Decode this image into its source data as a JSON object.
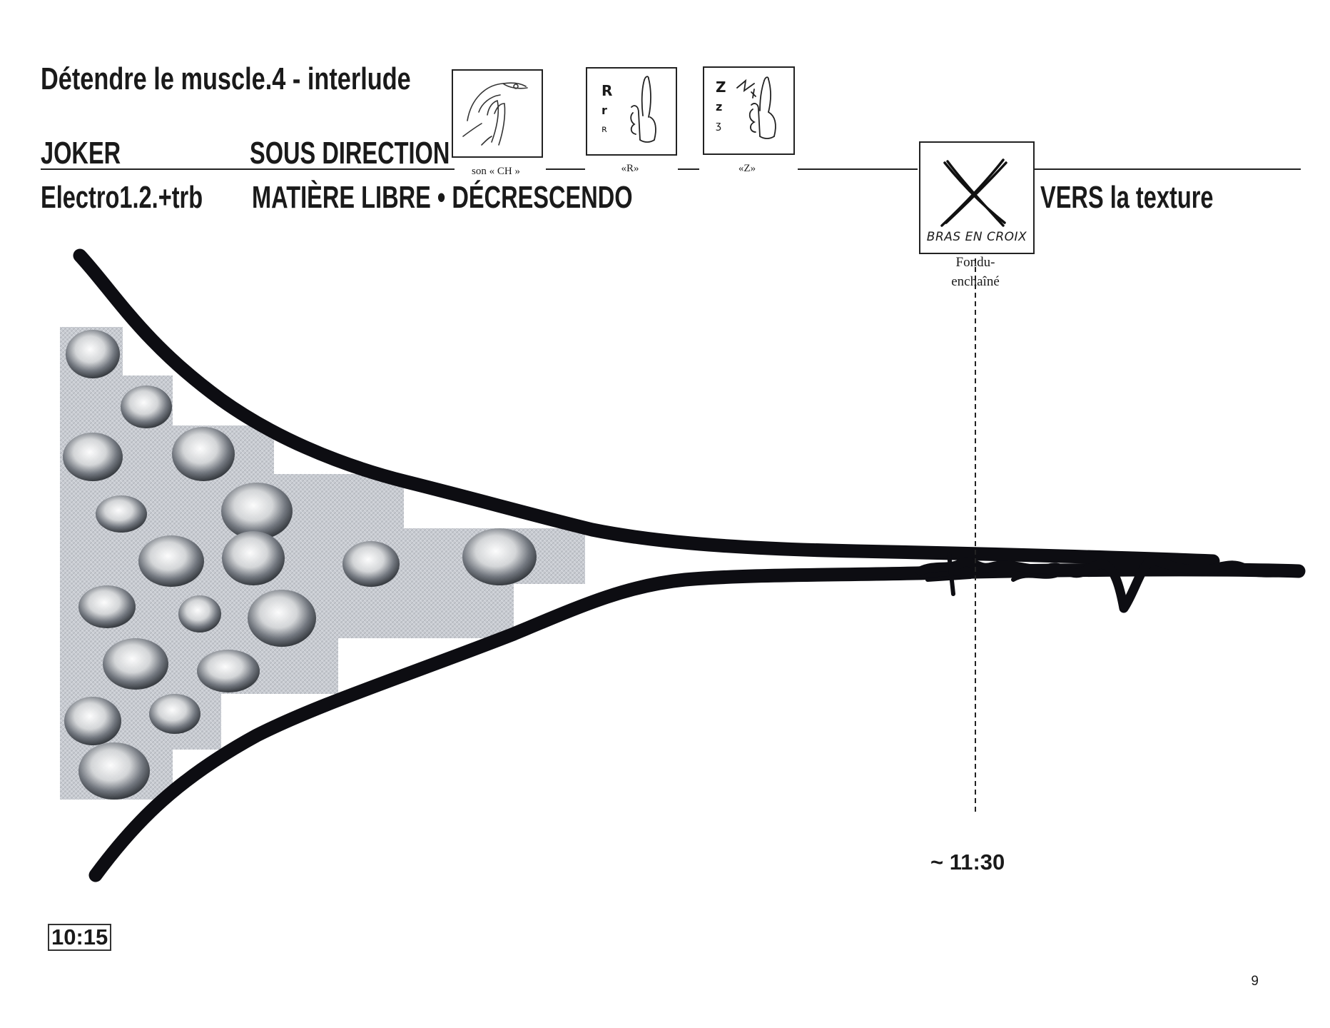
{
  "title": "Détendre le muscle.4 - interlude",
  "columns": [
    {
      "heading": "JOKER",
      "value": "Electro1.2.+trb"
    },
    {
      "heading": "SOUS DIRECTION",
      "value": "MATIÈRE LIBRE • DÉCRESCENDO"
    }
  ],
  "signs": [
    {
      "icon": "hand-ch-icon",
      "caption": "son « CH »"
    },
    {
      "icon": "hand-r-icon",
      "caption": "«R»",
      "letters": [
        "R",
        "r",
        "ʀ"
      ]
    },
    {
      "icon": "hand-z-icon",
      "caption": "«Z»",
      "letters": [
        "Z",
        "z",
        "ʒ"
      ]
    }
  ],
  "cue": {
    "icon": "bras-en-croix-icon",
    "box_text": "BRAS EN CROIX",
    "caption_line1": "Fondu-",
    "caption_line2": "enchaîné",
    "target": "VERS la texture"
  },
  "start_time": "10:15",
  "cue_time": "~ 11:30",
  "page_number": "9",
  "colors": {
    "ink": "#1a1a1a",
    "stroke": "#0d0d12",
    "foil": "#c9ccd2"
  }
}
